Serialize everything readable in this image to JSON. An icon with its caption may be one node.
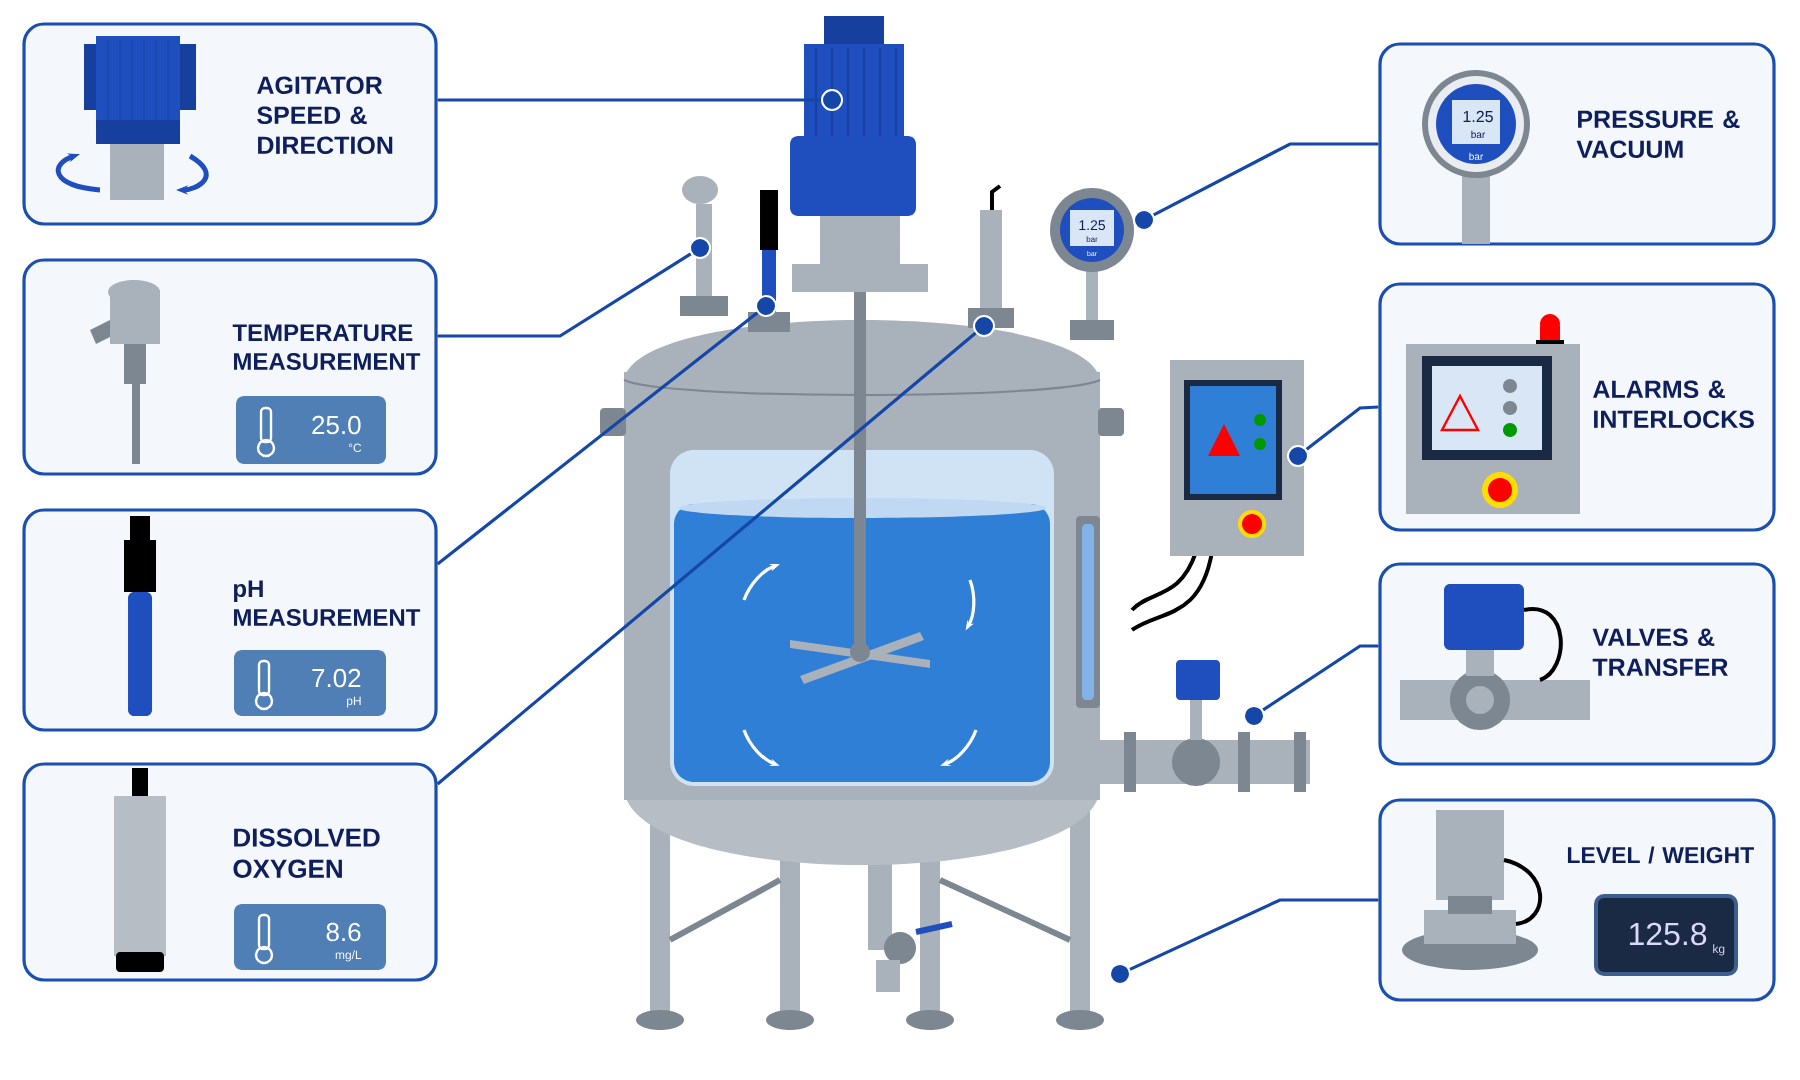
{
  "diagram": {
    "nodes": [
      {
        "text": [
          "AGITATOR SPEED & DIRECTION"
        ]
      },
      {
        "text": [
          "TEMPERATURE MEASUREMENT"
        ]
      },
      {
        "text": [
          "25.0",
          "°C"
        ],
        "in": 1
      },
      {
        "text": [
          "pH MEASUREMENT"
        ]
      },
      {
        "text": [
          "7.02",
          "pH"
        ],
        "in": 3
      },
      {
        "text": [
          "DISSOLVED OXYGEN"
        ]
      },
      {
        "text": [
          "8.6",
          "mg/L"
        ],
        "in": 5
      },
      {
        "text": [
          "PRESSURE & VACUUM"
        ]
      },
      {
        "text": [
          "ALARMS & INTERLOCKS"
        ]
      },
      {
        "text": [
          "VALVES & TRANSFER"
        ]
      },
      {
        "text": [
          "LEVEL / WEIGHT"
        ]
      },
      {
        "text": [
          "125.8",
          "kg"
        ],
        "in": 10
      },
      {
        "text": [],
        "shape": "circle"
      },
      {
        "text": [],
        "shape": "circle"
      },
      {
        "text": [],
        "shape": "circle"
      },
      {
        "text": [],
        "shape": "circle"
      },
      {
        "text": [],
        "shape": "circle"
      },
      {
        "text": [],
        "shape": "circle"
      },
      {
        "text": [],
        "shape": "circle"
      },
      {
        "text": [],
        "shape": "circle"
      }
    ],
    "edges": [
      {
        "from": 0,
        "to": 14,
        "arrow": "none"
      },
      {
        "from": 1,
        "to": 12,
        "arrow": "none"
      },
      {
        "from": 3,
        "to": 13,
        "arrow": "none"
      },
      {
        "from": 5,
        "to": 15,
        "arrow": "none"
      },
      {
        "from": 7,
        "to": 17,
        "arrow": "none"
      },
      {
        "from": 8,
        "to": 19,
        "arrow": "none"
      },
      {
        "from": 9,
        "to": 18,
        "arrow": "none"
      },
      {
        "from": 10,
        "to": 16,
        "arrow": "none"
      }
    ],
    "labels": [
      "1.25",
      "bar",
      "bar",
      "1.25",
      "bar",
      "bar"
    ]
  }
}
